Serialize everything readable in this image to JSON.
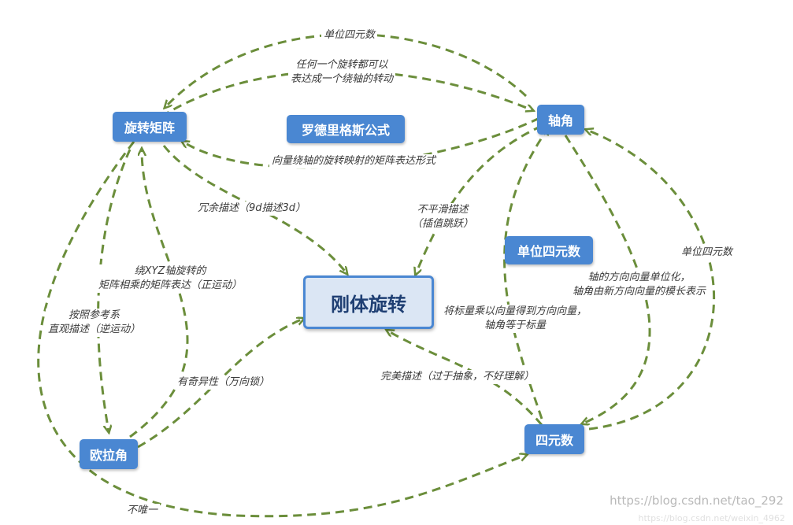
{
  "nodes": {
    "center": "刚体旋转",
    "rotation_matrix": "旋转矩阵",
    "axis_angle": "轴角",
    "euler_angle": "欧拉角",
    "quaternion": "四元数",
    "rodrigues": "罗德里格斯公式",
    "unit_quaternion": "单位四元数"
  },
  "edges": {
    "top_arc": "单位四元数",
    "axis_to_matrix_top": [
      "任何一个旋转都可以",
      "表达成一个绕轴的转动"
    ],
    "axis_to_matrix_bottom": "向量绕轴的旋转映射的矩阵表达形式",
    "matrix_to_center": "冗余描述（9d描述3d）",
    "axis_to_center": [
      "不平滑描述",
      "（插值跳跃）"
    ],
    "euler_to_matrix": [
      "绕XYZ轴旋转的",
      "矩阵相乘的矩阵表达（正运动）"
    ],
    "matrix_to_euler": [
      "按照参考系",
      "直观描述（逆运动）"
    ],
    "euler_to_center": "有奇异性（万向锁）",
    "quat_to_axis": [
      "将标量乘以向量得到方向向量，",
      "轴角等于标量"
    ],
    "axis_to_quat": [
      "轴的方向向量单位化，",
      "轴角由新方向向量的模长表示"
    ],
    "quat_to_axis_outer": "单位四元数",
    "quat_to_center": "完美描述（过于抽象，不好理解）",
    "euler_to_quat": "不唯一"
  },
  "watermark": "https://blog.csdn.net/tao_292",
  "watermark_faint": "https://blog.csdn.net/weixin_4962",
  "colors": {
    "node_fill": "#4a87d2",
    "center_fill": "#dbe6f4",
    "edge": "#6b8e3b"
  }
}
